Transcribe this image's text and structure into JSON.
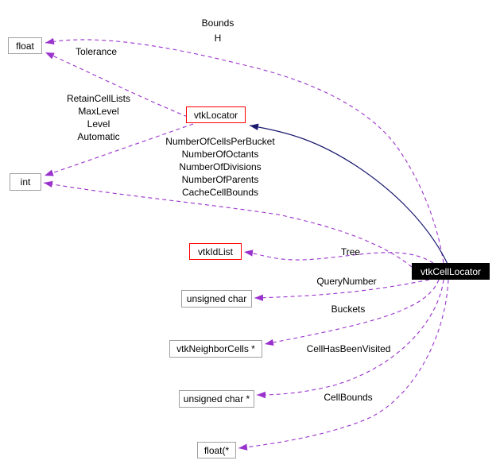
{
  "diagram": {
    "nodes": {
      "float": {
        "label": "float"
      },
      "int": {
        "label": "int"
      },
      "vtkLocator": {
        "label": "vtkLocator"
      },
      "vtkIdList": {
        "label": "vtkIdList"
      },
      "unsignedChar": {
        "label": "unsigned char"
      },
      "vtkNeighborCells": {
        "label": "vtkNeighborCells *"
      },
      "unsignedCharPtr": {
        "label": "unsigned char *"
      },
      "floatPtr": {
        "label": "float(*"
      },
      "vtkCellLocator": {
        "label": "vtkCellLocator"
      }
    },
    "edge_labels": {
      "bounds": "Bounds\nH",
      "tolerance": "Tolerance",
      "locator_members": "RetainCellLists\nMaxLevel\nLevel\nAutomatic",
      "cell_locator_members": "NumberOfCellsPerBucket\nNumberOfOctants\nNumberOfDivisions\nNumberOfParents\nCacheCellBounds",
      "tree": "Tree",
      "query_number": "QueryNumber",
      "buckets": "Buckets",
      "cell_has_been_visited": "CellHasBeenVisited",
      "cell_bounds": "CellBounds"
    },
    "colors": {
      "usage_edge": "#9a32cd",
      "inheritance_edge": "#191970",
      "linked_class_border": "#ff0000",
      "type_node_border": "#a0a0a0",
      "focus_node_fill": "#000000",
      "focus_node_text": "#ffffff"
    }
  }
}
